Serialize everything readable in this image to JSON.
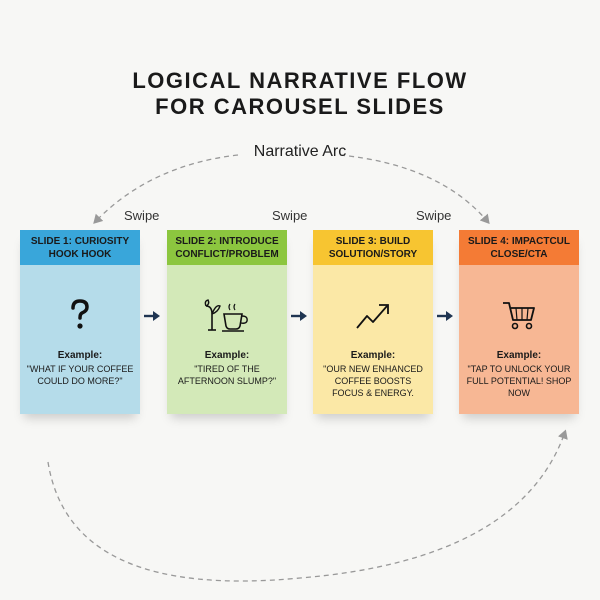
{
  "title": {
    "line1": "LOGICAL NARRATIVE FLOW",
    "line2": "FOR CAROUSEL SLIDES"
  },
  "arc_label": "Narrative Arc",
  "swipe_labels": [
    "Swipe",
    "Swipe",
    "Swipe"
  ],
  "example_label": "Example:",
  "slides": [
    {
      "heading": "SLIDE 1: CURIOSITY HOOK HOOK",
      "icon": "question-mark-icon",
      "example": "\"WHAT IF YOUR COFFEE COULD DO MORE?\"",
      "head_color": "#39a6da",
      "body_color": "#b5dcea"
    },
    {
      "heading": "SLIDE 2: INTRODUCE CONFLICT/PROBLEM",
      "icon": "wilted-plant-coffee-cup-icon",
      "example": "\"TIRED OF THE AFTERNOON SLUMP?\"",
      "head_color": "#8cc63f",
      "body_color": "#d3e9b8"
    },
    {
      "heading": "SLIDE 3: BUILD SOLUTION/STORY",
      "icon": "trending-up-arrow-icon",
      "example": "\"OUR NEW ENHANCED COFFEE BOOSTS FOCUS & ENERGY.",
      "head_color": "#f7c531",
      "body_color": "#fbe8a6"
    },
    {
      "heading": "SLIDE 4: IMPACTCUL CLOSE/CTA",
      "icon": "shopping-cart-icon",
      "example": "\"TAP TO UNLOCK YOUR FULL POTENTIAL! SHOP NOW",
      "head_color": "#f47b35",
      "body_color": "#f7b794"
    }
  ]
}
